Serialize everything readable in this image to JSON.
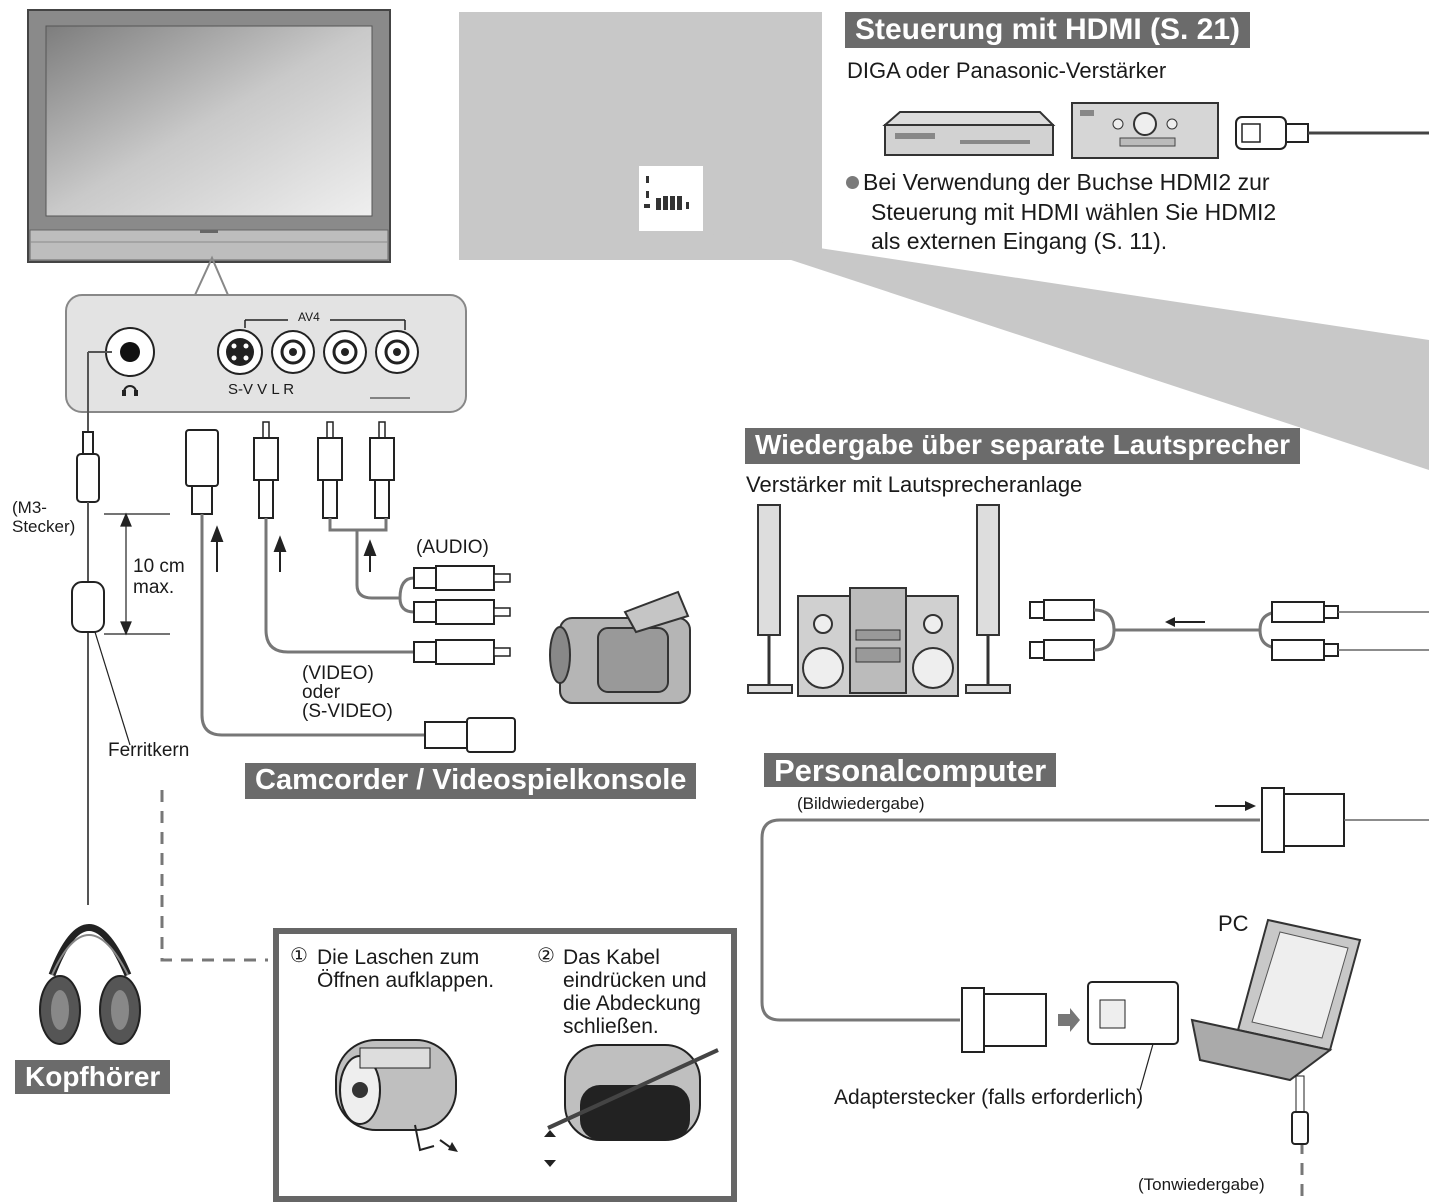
{
  "hdmi": {
    "title": "Steuerung mit HDMI (S. 21)",
    "subtitle": "DIGA oder Panasonic-Verstärker",
    "note_line1": "Bei Verwendung der Buchse HDMI2 zur",
    "note_line2": "Steuerung mit HDMI wählen Sie HDMI2",
    "note_line3": "als externen Eingang (S. 11)."
  },
  "panel": {
    "av_label": "AV4",
    "jack_labels": "S-V V L R"
  },
  "headphone": {
    "plug_label": "(M3-\nStecker)",
    "distance": "10 cm\nmax.",
    "ferrite": "Ferritkern",
    "title": "Kopfhörer"
  },
  "camcorder": {
    "audio": "(AUDIO)",
    "video": "(VIDEO)\noder\n(S-VIDEO)",
    "title": "Camcorder / Videospielkonsole"
  },
  "speakers": {
    "title": "Wiedergabe über separate Lautsprecher",
    "subtitle": "Verstärker mit Lautsprecheranlage"
  },
  "pc": {
    "title": "Personalcomputer",
    "picture": "(Bildwiedergabe)",
    "pc_label": "PC",
    "adapter": "Adapterstecker (falls erforderlich)",
    "sound": "(Tonwiedergabe)"
  },
  "ferrite_box": {
    "step1_num": "①",
    "step1": "Die Laschen zum\nÖffnen aufklappen.",
    "step2_num": "②",
    "step2": "Das Kabel\neindrücken und\ndie Abdeckung\nschließen."
  }
}
